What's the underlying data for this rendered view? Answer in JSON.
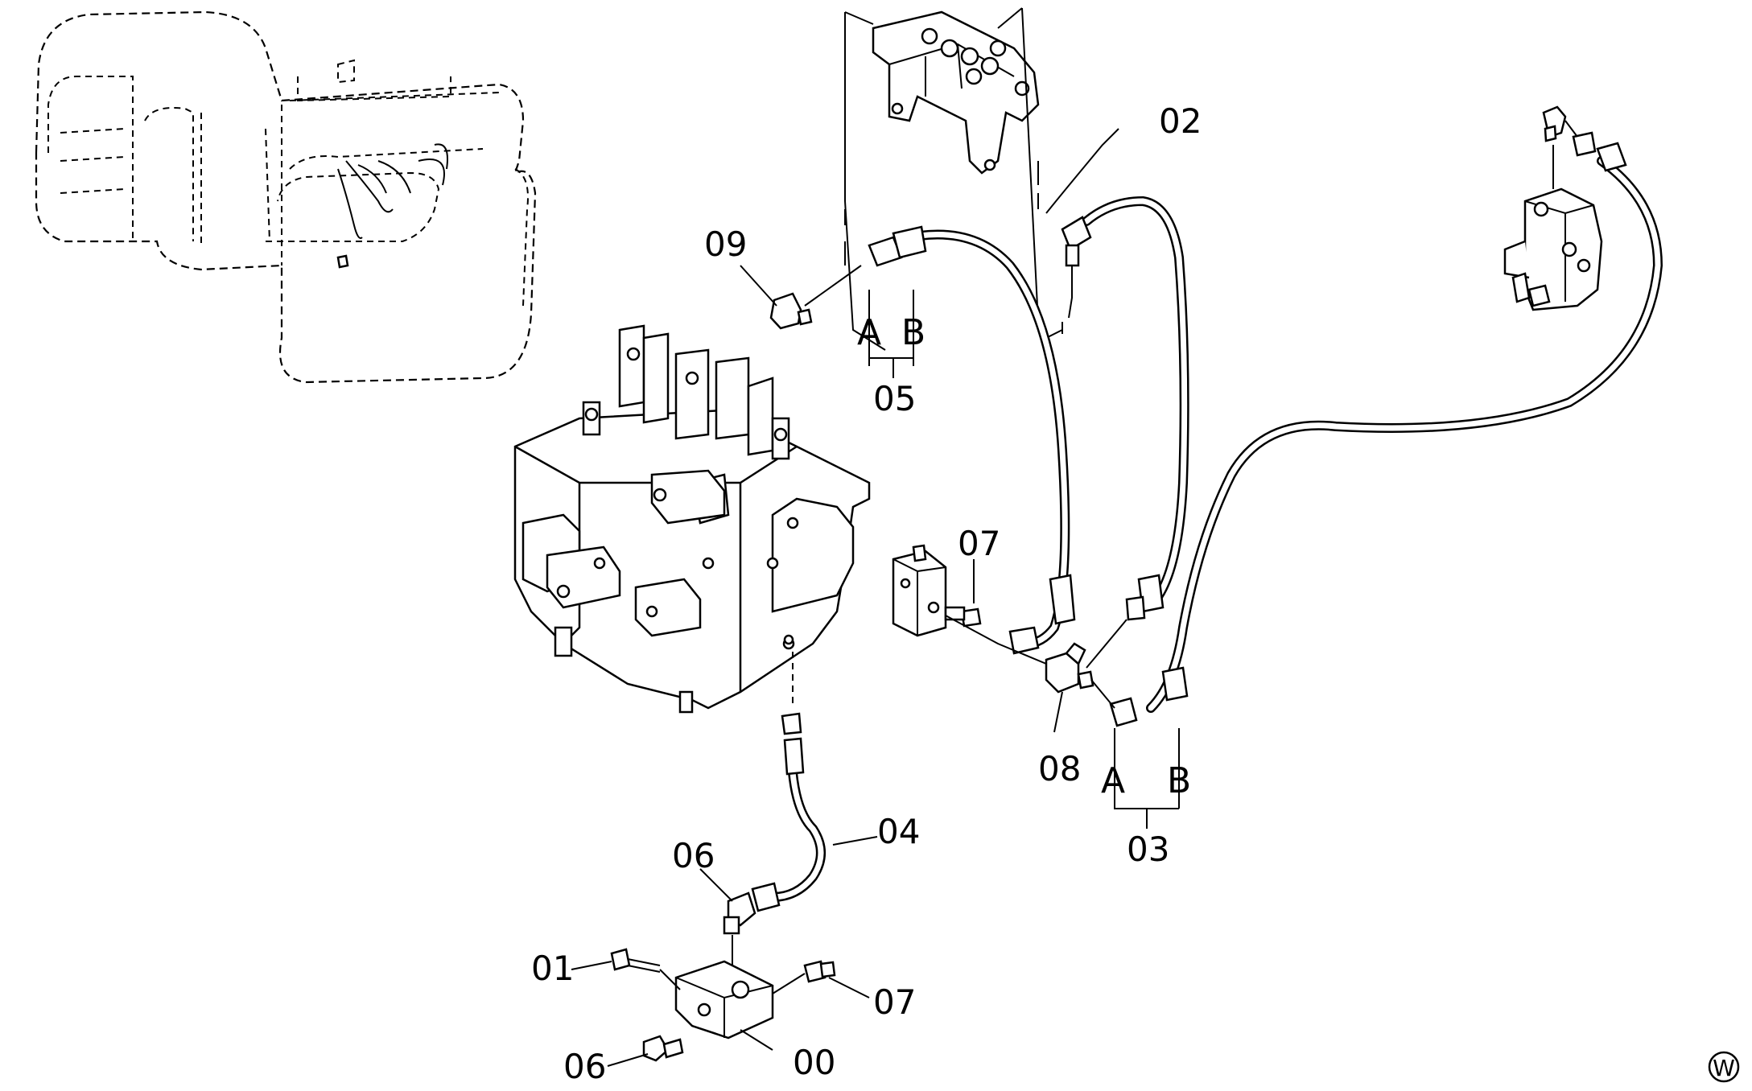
{
  "labels": {
    "p00": "00",
    "p01": "01",
    "p02": "02",
    "p03": "03",
    "p04": "04",
    "p05": "05",
    "p06a": "06",
    "p06b": "06",
    "p07a": "07",
    "p07b": "07",
    "p08": "08",
    "p09": "09",
    "a05": "A",
    "b05": "B",
    "a03": "A",
    "b03": "B",
    "view": "W"
  },
  "icons": [
    "excavator-outline",
    "control-valve",
    "pilot-valve-block",
    "solenoid-valve",
    "tee-fitting",
    "elbow-fitting",
    "connector-fitting",
    "bolt"
  ]
}
